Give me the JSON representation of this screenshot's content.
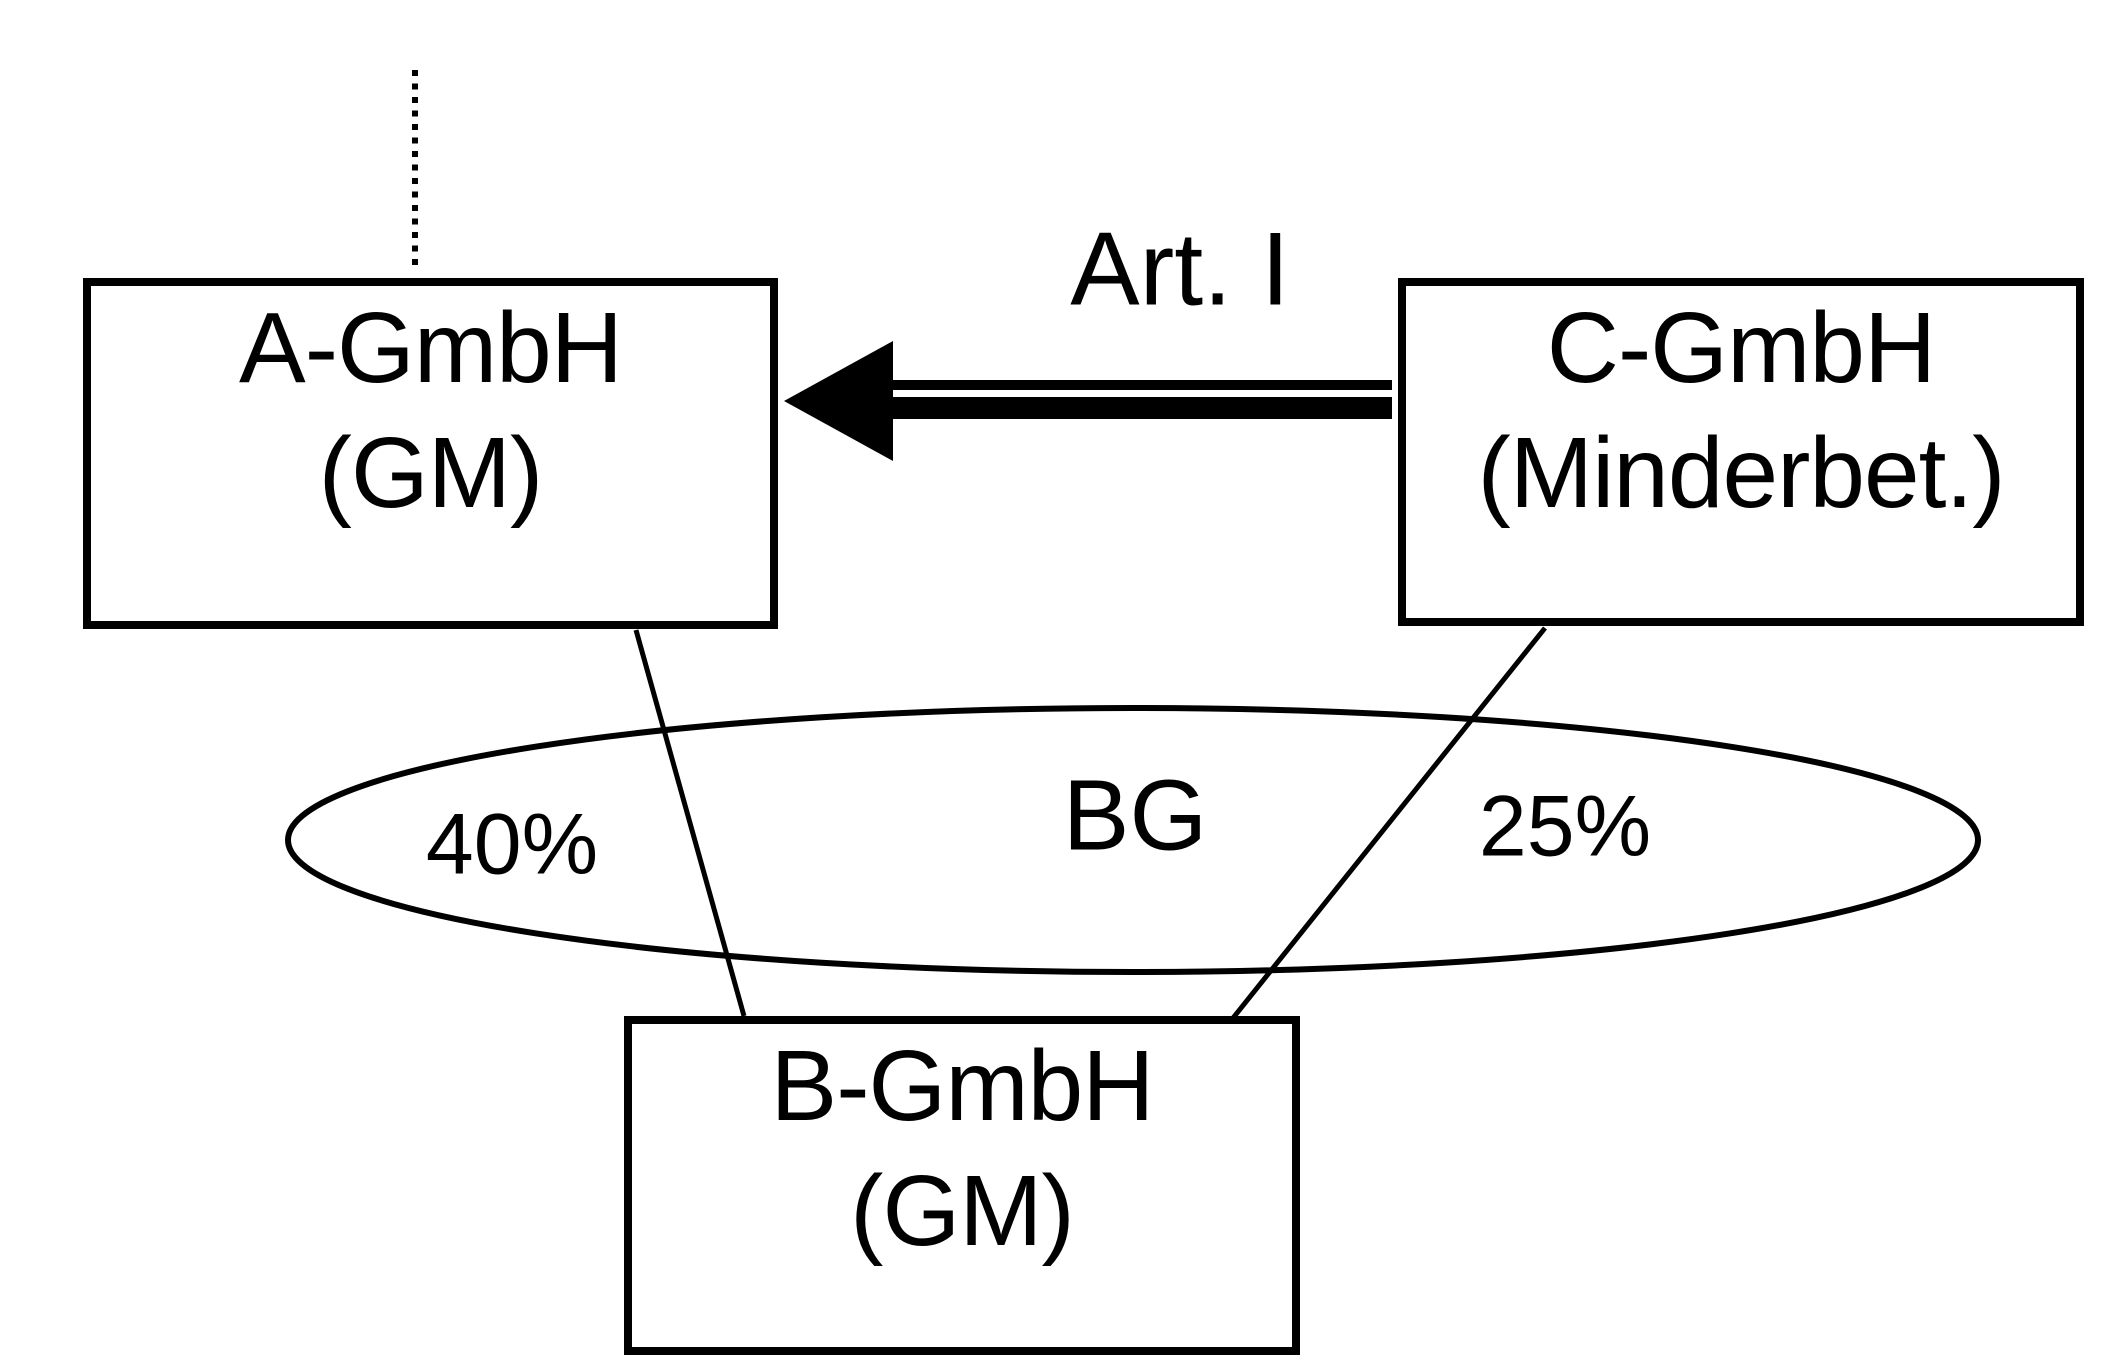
{
  "diagram": {
    "colors": {
      "ink": "#000000",
      "paper": "#ffffff"
    },
    "nodes": {
      "a": {
        "name": "A-GmbH",
        "role": "(GM)"
      },
      "c": {
        "name": "C-GmbH",
        "role": "(Minderbet.)"
      },
      "b": {
        "name": "B-GmbH",
        "role": "(GM)"
      }
    },
    "group_ellipse": {
      "label": "BG"
    },
    "edges": {
      "arrow_label": "Art. I",
      "a_to_b_share": "40%",
      "c_to_b_share": "25%"
    }
  }
}
